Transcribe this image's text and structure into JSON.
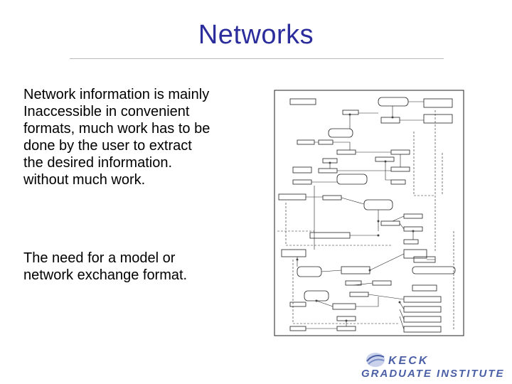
{
  "slide": {
    "title": "Networks",
    "paragraph1": "Network information is mainly\nInaccessible in convenient\nformats, much work has to be\ndone by the user to extract\nthe desired information.\nwithout much work.",
    "paragraph2": "The need for a model or\nnetwork exchange format."
  },
  "logo": {
    "line1": "KECK",
    "line2": "GRADUATE INSTITUTE"
  },
  "colors": {
    "title": "#2b2d9c",
    "logo": "#4a5fa6"
  }
}
